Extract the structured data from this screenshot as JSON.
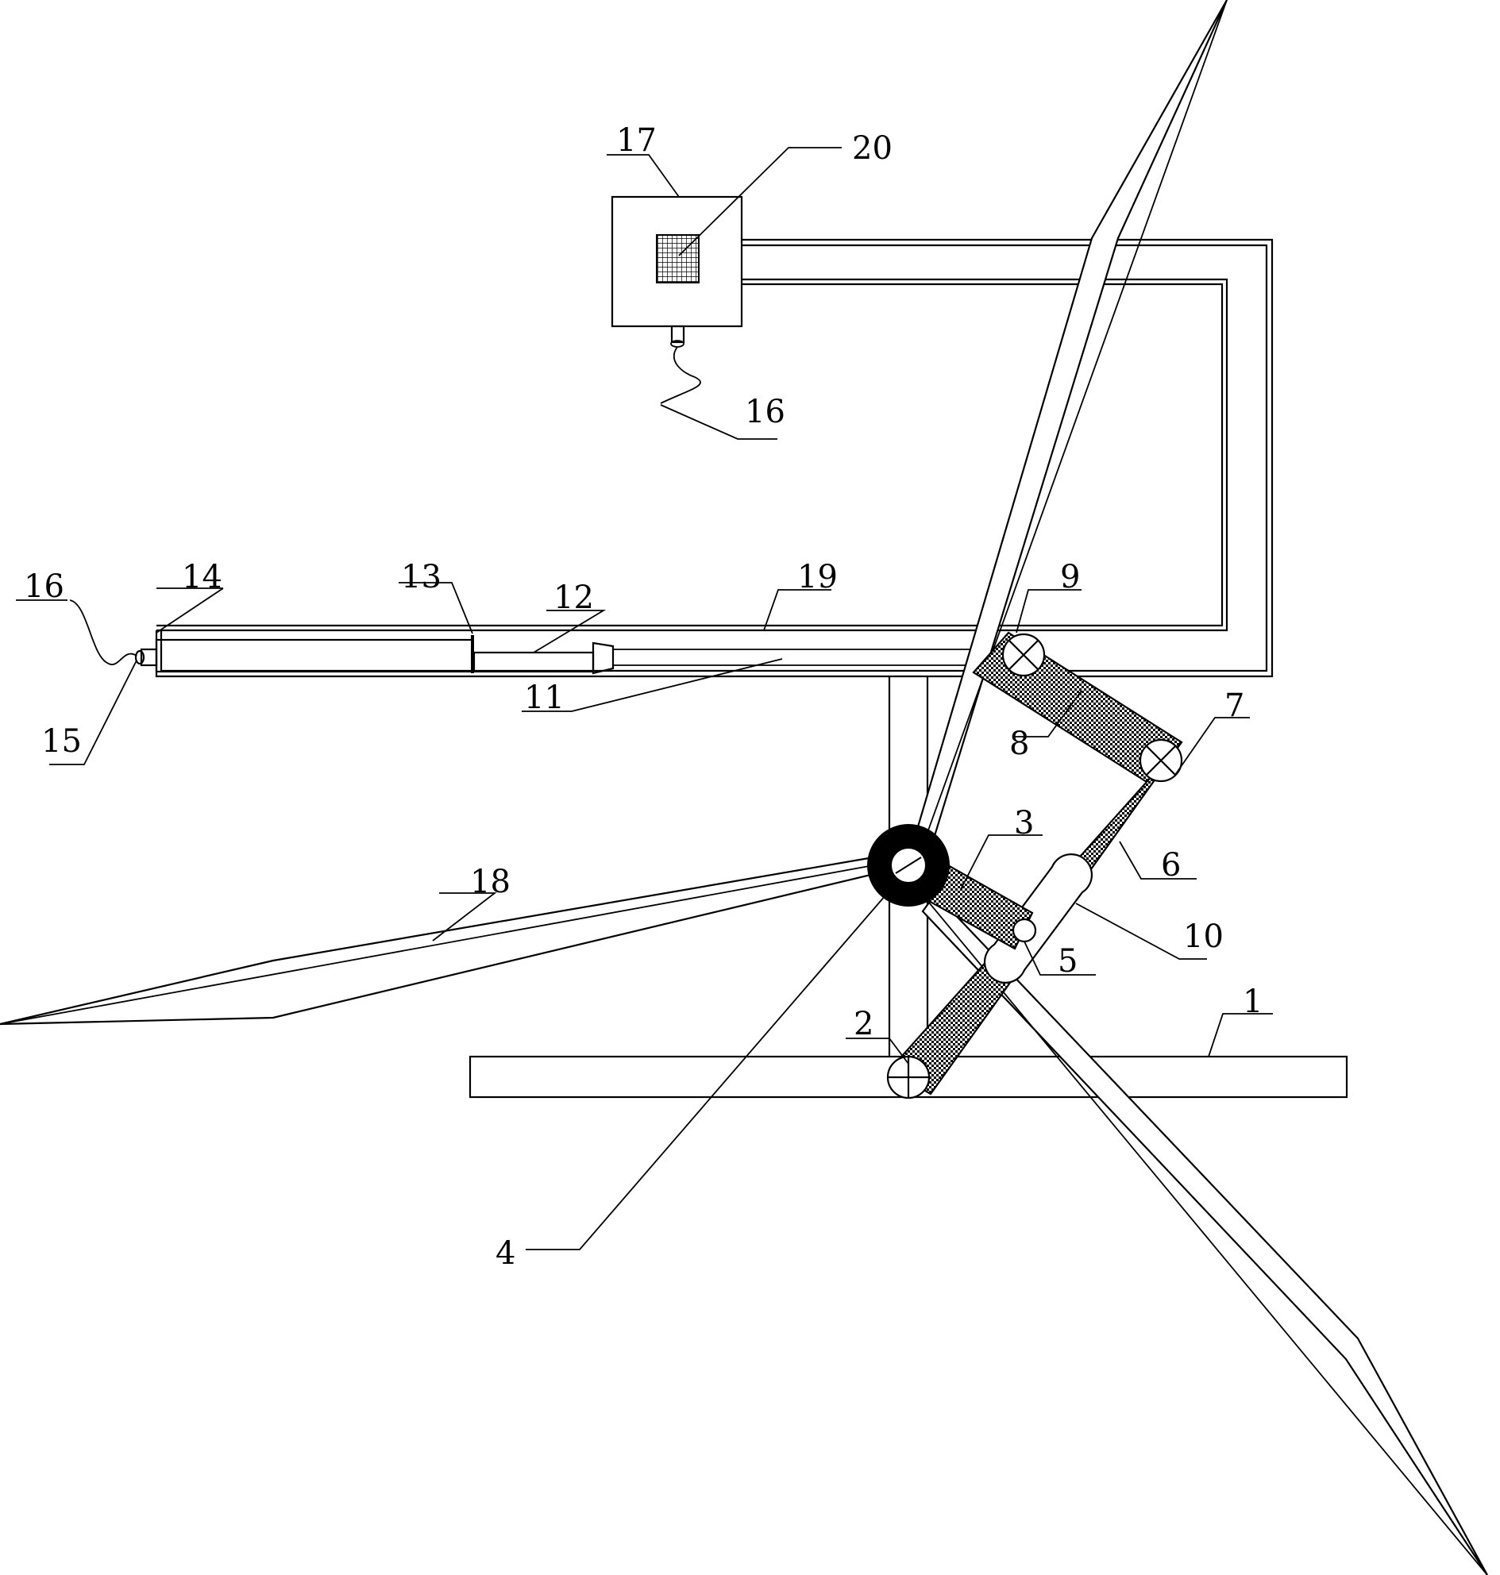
{
  "diagram": {
    "labels": {
      "l1": "1",
      "l2": "2",
      "l3": "3",
      "l4": "4",
      "l5": "5",
      "l6": "6",
      "l7": "7",
      "l8": "8",
      "l9": "9",
      "l10": "10",
      "l11": "11",
      "l12": "12",
      "l13": "13",
      "l14": "14",
      "l15": "15",
      "l16a": "16",
      "l16b": "16",
      "l17": "17",
      "l18": "18",
      "l19": "19",
      "l20": "20"
    }
  }
}
